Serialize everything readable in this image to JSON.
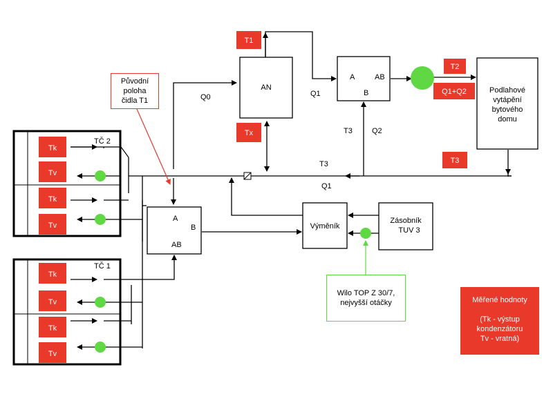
{
  "blocks": {
    "an": "AN",
    "mixer_top": {
      "a": "A",
      "ab": "AB",
      "b": "B"
    },
    "mixer_bottom": {
      "a": "A",
      "b": "B",
      "ab": "AB"
    },
    "exchanger": "Výměník",
    "tank": [
      "Zásobník",
      "TUV 3"
    ],
    "floor": [
      "Podlahové",
      "vytápění",
      "bytového",
      "domu"
    ]
  },
  "sensors": {
    "t1": "T1",
    "tx": "Tx",
    "t2": "T2",
    "q1q2": "Q1+Q2",
    "t3": "T3"
  },
  "flows": {
    "q0": "Q0",
    "q1_top": "Q1",
    "t3_mid": "T3",
    "q2": "Q2",
    "t3_line": "T3",
    "q1_line": "Q1"
  },
  "heat_pumps": [
    {
      "name": "TČ 2",
      "rows": [
        "Tk",
        "Tv",
        "Tk",
        "Tv"
      ]
    },
    {
      "name": "TČ 1",
      "rows": [
        "Tk",
        "Tv",
        "Tk",
        "Tv"
      ]
    }
  ],
  "notes": {
    "t1_original": [
      "Původní",
      "poloha",
      "čidla T1"
    ],
    "pump": [
      "Wilo TOP Z 30/7,",
      "nejvyšší otáčky"
    ]
  },
  "legend": {
    "title": "Měřené hodnoty",
    "lines": [
      "(Tk - výstup",
      "kondenzátoru",
      "Tv - vratná)"
    ]
  },
  "colors": {
    "sensor_red": "#e8392b",
    "pump_green": "#5fd843",
    "note_red_border": "#e8392b",
    "note_green_border": "#5fd843"
  }
}
